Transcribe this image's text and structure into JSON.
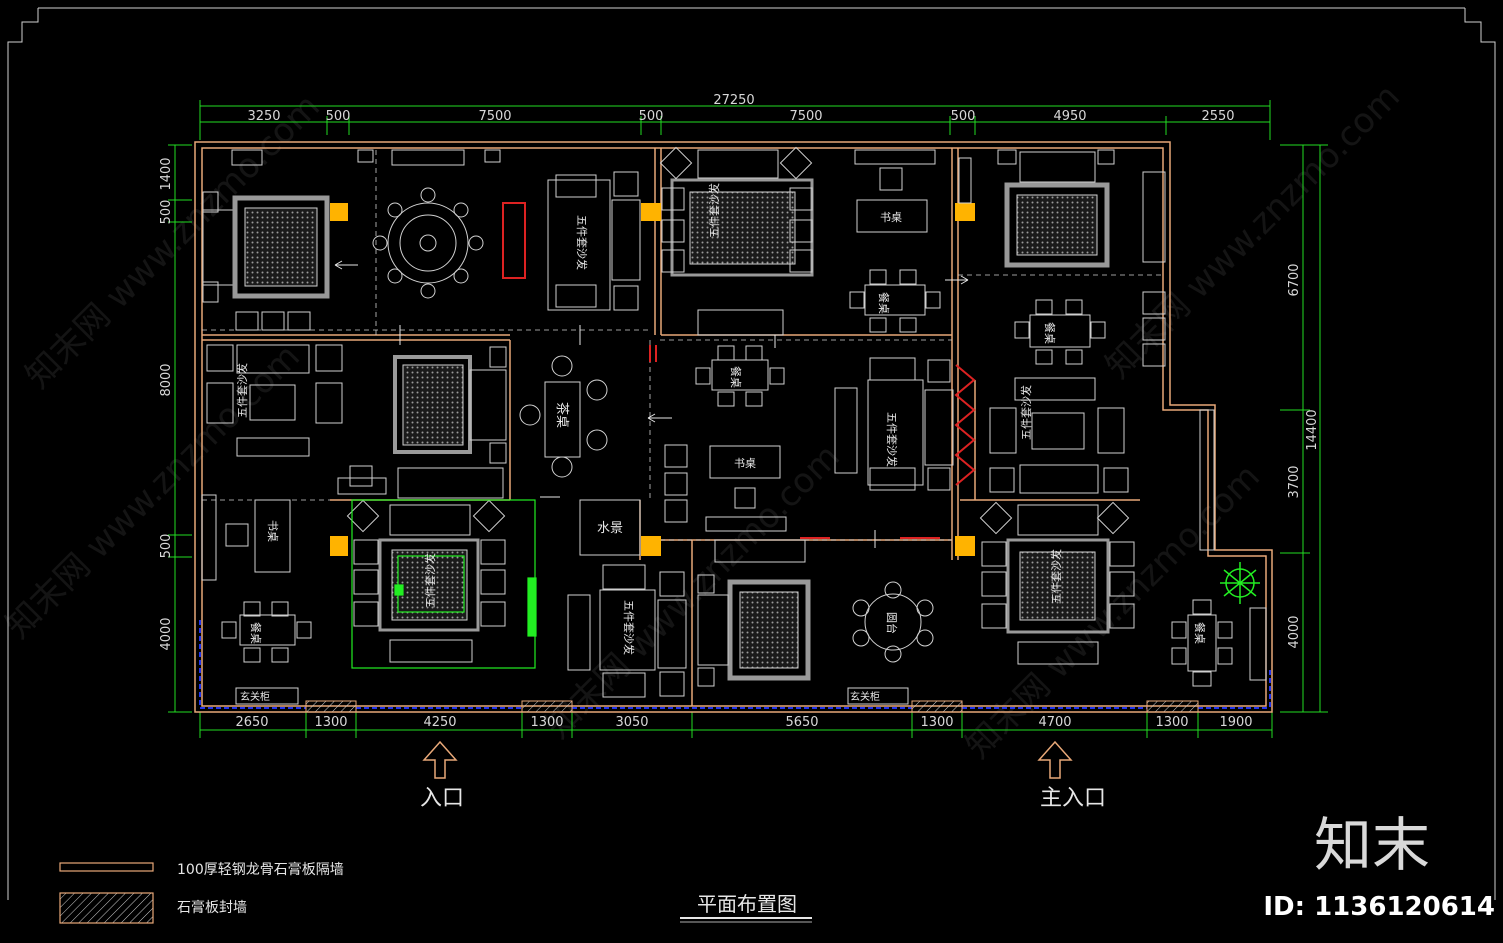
{
  "drawing": {
    "title": "平面布置图",
    "entrance_label": "入口",
    "main_entrance_label": "主入口",
    "legend": [
      {
        "text": "100厚轻钢龙骨石膏板隔墙",
        "kind": "line-swatch"
      },
      {
        "text": "石膏板封墙",
        "kind": "hatch-swatch"
      }
    ],
    "brand": "知末",
    "id_text": "ID: 1136120614",
    "watermark": "知末网 www.znzmo.com",
    "colors": {
      "background": "#000000",
      "wall": "#e8a878",
      "dim_line": "#22dd22",
      "furniture": "#d0d0d0",
      "accent_column": "#ffb300",
      "glass_wall": "#2233ee",
      "partition_red": "#dd2222",
      "plant": "#22ee22"
    }
  },
  "dimensions": {
    "top_total": "27250",
    "top": [
      "3250",
      "500",
      "7500",
      "500",
      "7500",
      "500",
      "4950",
      "2550"
    ],
    "bottom": [
      "2650",
      "1300",
      "4250",
      "1300",
      "3050",
      "5650",
      "1300",
      "4700",
      "1300",
      "1900"
    ],
    "left": [
      "1400",
      "500",
      "8000",
      "500",
      "4000"
    ],
    "right_total": "14400",
    "right": [
      "6700",
      "3700",
      "4000"
    ]
  },
  "room_labels": {
    "sofa": "五件套沙发",
    "desk": "书桌",
    "dining": "餐桌",
    "tea": "茶桌",
    "water": "水景",
    "round": "圆台",
    "entry_cabinet": "玄关柜"
  }
}
